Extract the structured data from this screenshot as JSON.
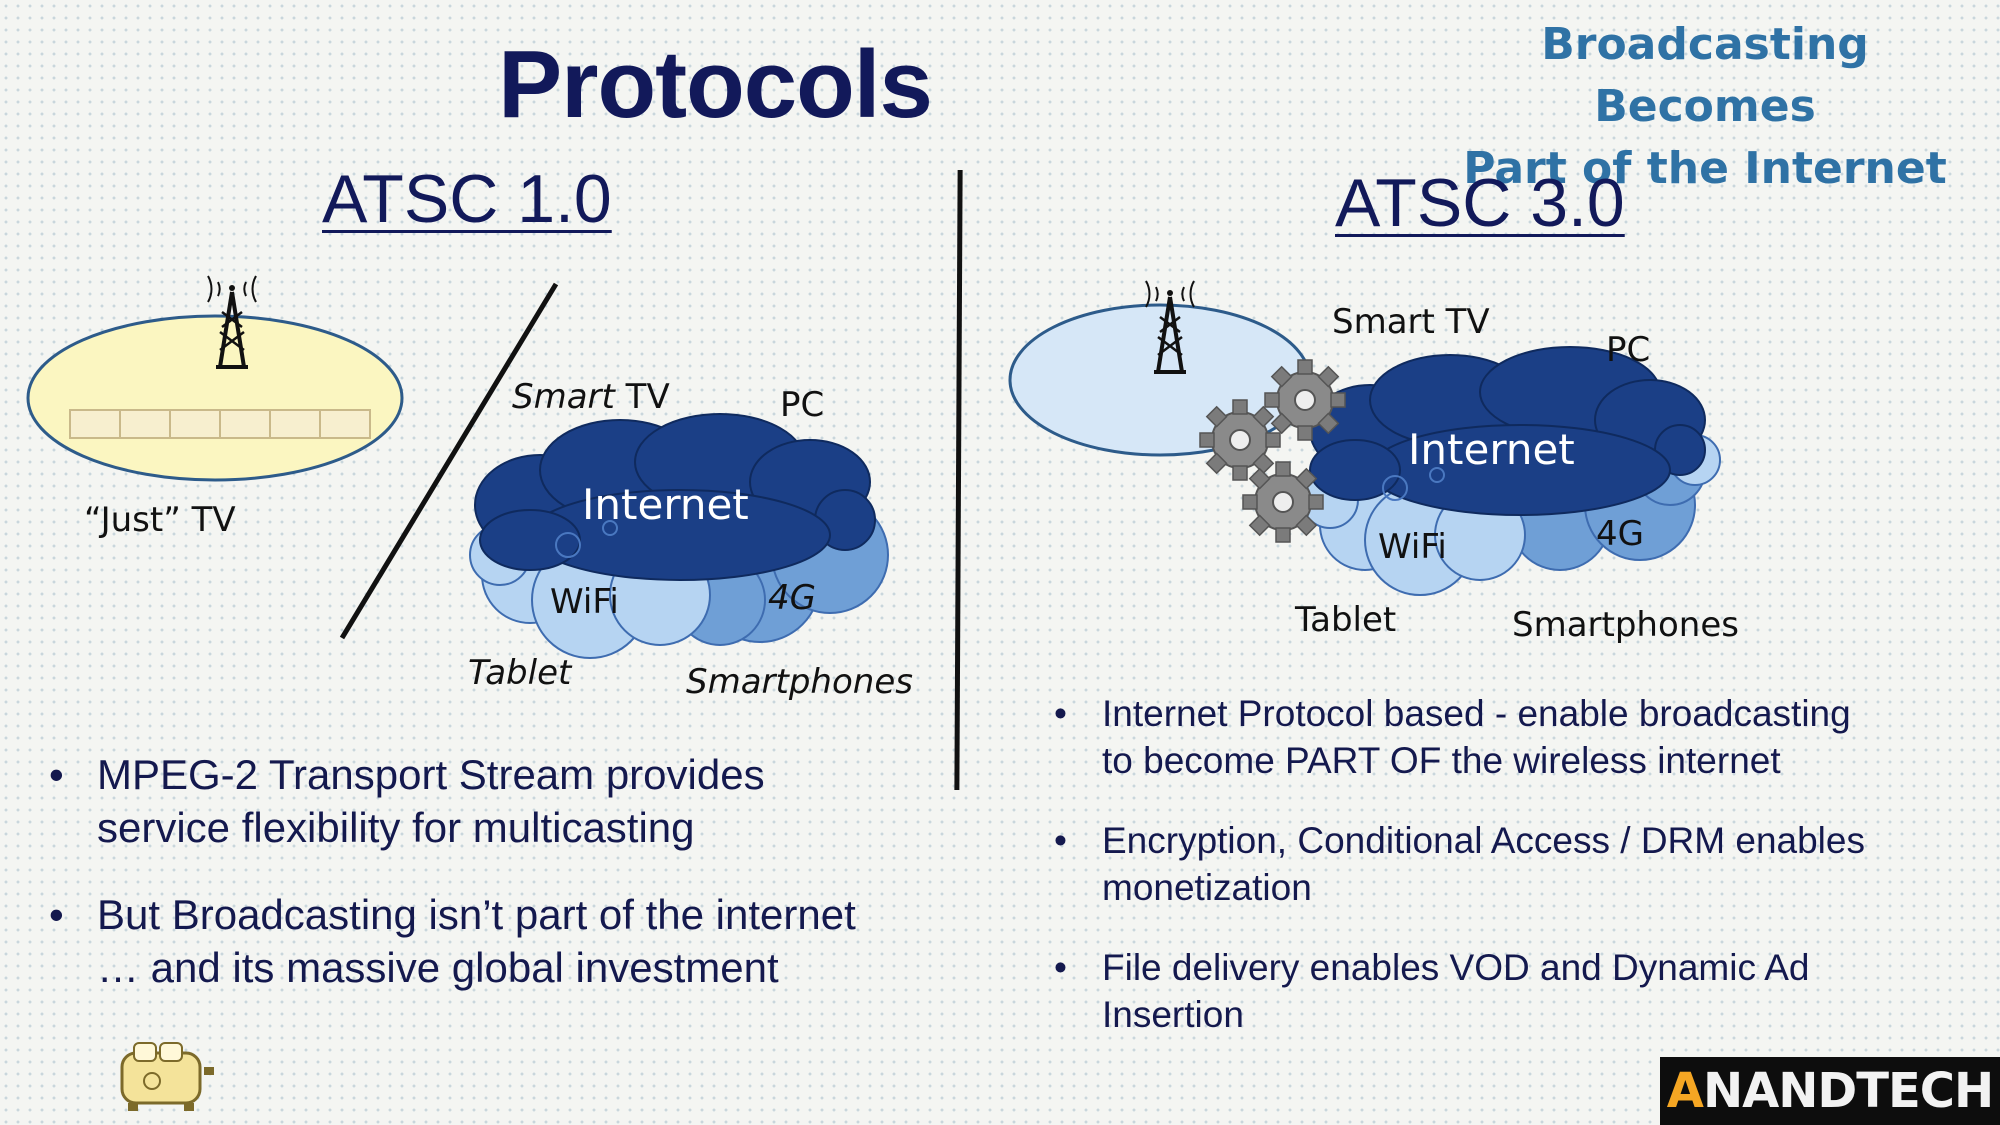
{
  "slide": {
    "title": "Protocols",
    "tagline_line1": "Broadcasting Becomes",
    "tagline_line2": "Part of the Internet"
  },
  "atsc1": {
    "heading": "ATSC 1.0",
    "just_tv": "“Just” TV",
    "cloud": {
      "internet": "Internet",
      "wifi": "WiFi",
      "four_g": "4G",
      "smart_tv": "Smart TV",
      "smart_prefix": "Smart",
      "tv_suffix": "TV",
      "pc": "PC",
      "tablet": "Tablet",
      "smartphones": "Smartphones"
    },
    "bullets": [
      "MPEG-2 Transport Stream provides service flexibility for multicasting",
      "But Broadcasting isn’t part of the internet … and its massive global investment"
    ]
  },
  "atsc3": {
    "heading": "ATSC 3.0",
    "cloud": {
      "internet": "Internet",
      "wifi": "WiFi",
      "four_g": "4G",
      "smart_tv": "Smart TV",
      "pc": "PC",
      "tablet": "Tablet",
      "smartphones": "Smartphones"
    },
    "bullets": [
      "Internet Protocol based - enable broadcasting to become PART OF the wireless internet",
      "Encryption, Conditional Access / DRM enables monetization",
      "File delivery enables VOD and Dynamic Ad Insertion"
    ]
  },
  "bullet_symbol": "•",
  "logo_text": "ANANDTECH",
  "logo_first": "A",
  "logo_rest": "NANDTECH",
  "colors": {
    "title": "#12195a",
    "tagline": "#2f72a5",
    "bullet_text": "#14194e",
    "cloud_dark": "#1b3f86",
    "cloud_light": "#b6d4f2",
    "cloud_mid": "#6f9fd6",
    "left_ellipse": "#fbf6c1",
    "right_ellipse": "#d6e7f7",
    "logo_accent": "#f5a623"
  },
  "icons": [
    "broadcast-tower-icon",
    "gear-icon",
    "toaster-icon"
  ]
}
